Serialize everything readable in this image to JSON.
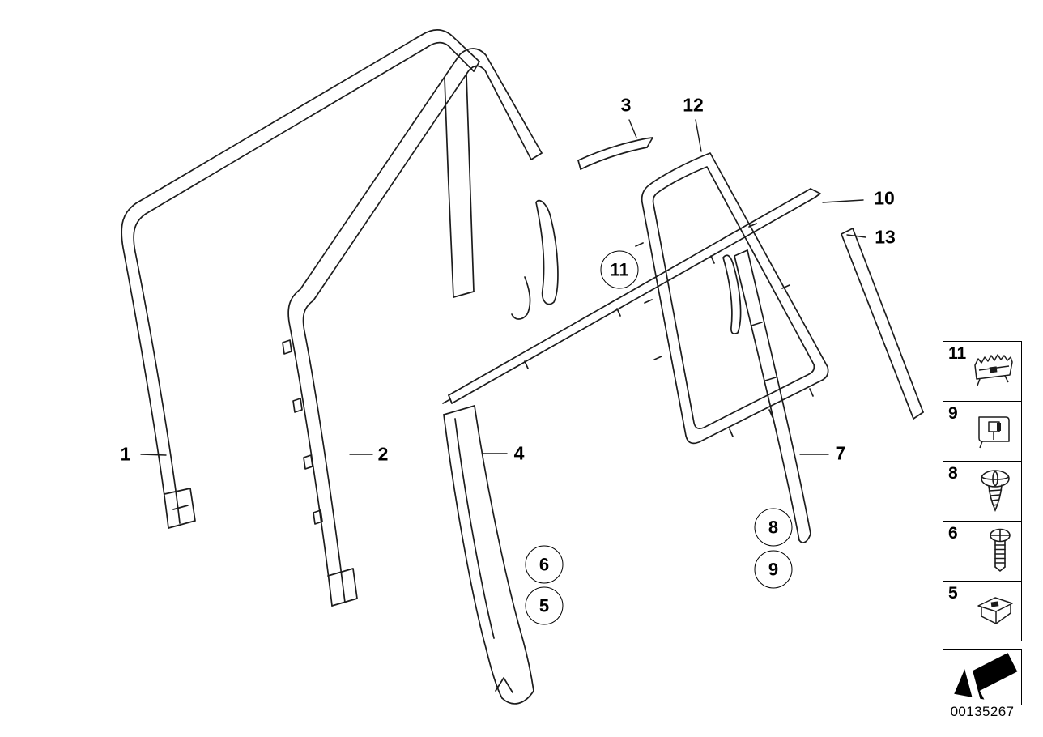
{
  "document": {
    "number": "00135267"
  },
  "callouts": [
    {
      "label": "1",
      "style": "plain"
    },
    {
      "label": "2",
      "style": "plain"
    },
    {
      "label": "3",
      "style": "plain"
    },
    {
      "label": "12",
      "style": "plain"
    },
    {
      "label": "10",
      "style": "plain"
    },
    {
      "label": "13",
      "style": "plain"
    },
    {
      "label": "11",
      "style": "circled"
    },
    {
      "label": "4",
      "style": "plain"
    },
    {
      "label": "7",
      "style": "plain"
    },
    {
      "label": "8",
      "style": "circled"
    },
    {
      "label": "9",
      "style": "circled"
    },
    {
      "label": "6",
      "style": "circled"
    },
    {
      "label": "5",
      "style": "circled"
    }
  ],
  "legend": {
    "items": [
      {
        "label": "11",
        "icon": "serrated-clip-icon"
      },
      {
        "label": "9",
        "icon": "retaining-clip-icon"
      },
      {
        "label": "8",
        "icon": "self-tapping-screw-icon"
      },
      {
        "label": "6",
        "icon": "machine-screw-icon"
      },
      {
        "label": "5",
        "icon": "clip-nut-icon"
      }
    ],
    "arrow_icon": "direction-arrow-icon"
  },
  "colors": {
    "line": "#1c1c1c",
    "background": "#ffffff"
  }
}
